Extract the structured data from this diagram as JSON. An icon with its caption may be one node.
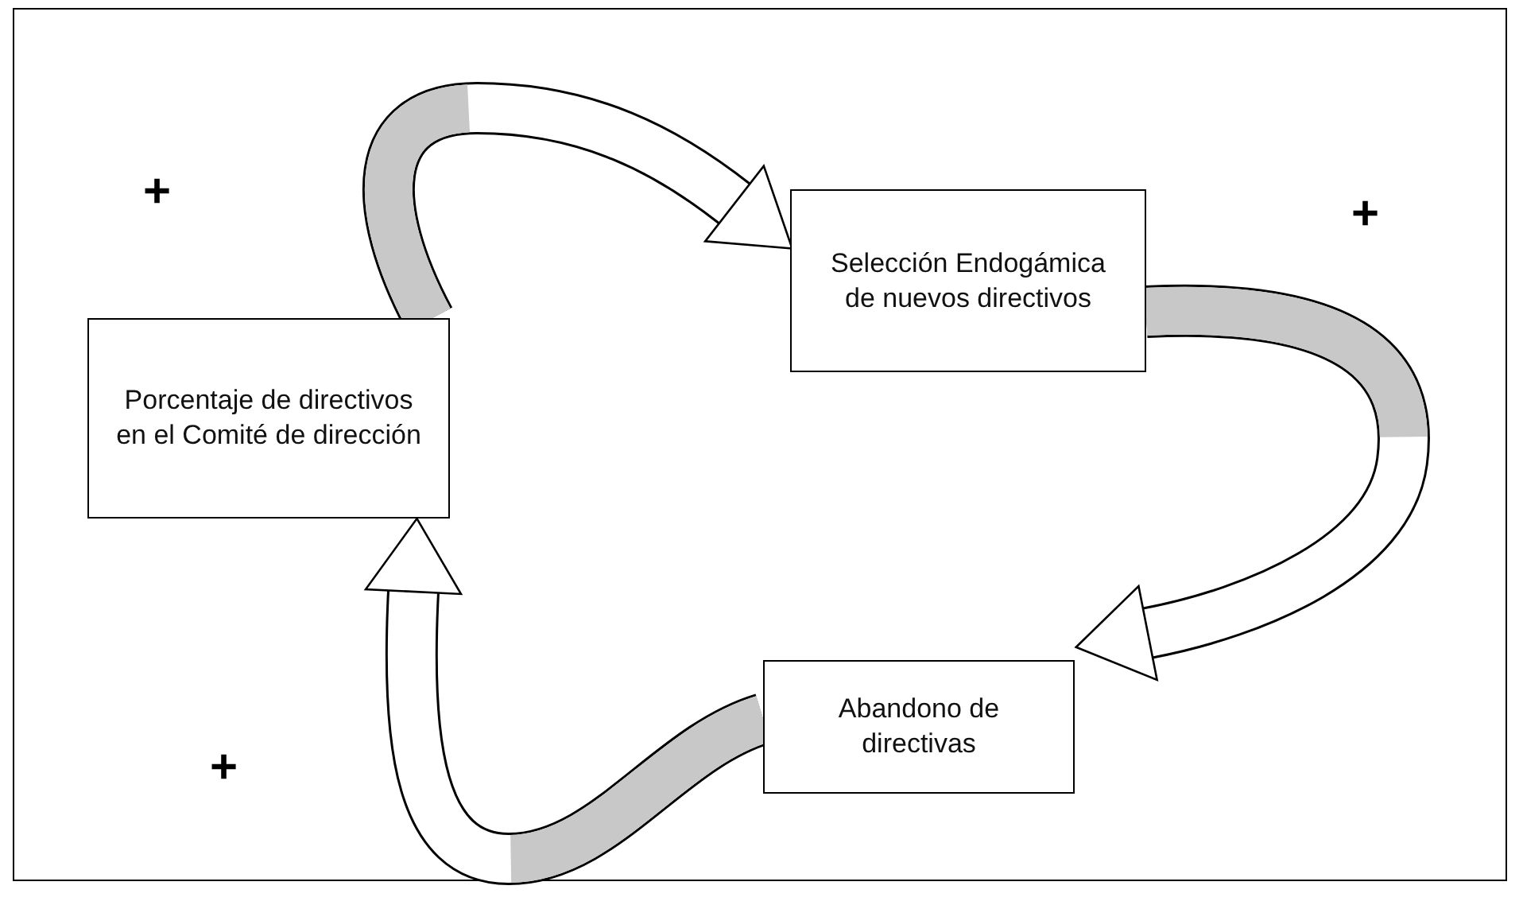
{
  "diagram": {
    "nodes": [
      {
        "text": [
          "Porcentaje de directivos en el Comité de dirección"
        ]
      },
      {
        "text": [
          "Selección Endogámica de nuevos directivos"
        ]
      },
      {
        "text": [
          "Abandono de directivas"
        ]
      }
    ],
    "edges": [
      {
        "from": 0,
        "to": 1,
        "arrow": "to"
      },
      {
        "from": 1,
        "to": 2,
        "arrow": "to"
      },
      {
        "from": 2,
        "to": 0,
        "arrow": "to"
      }
    ],
    "labels": [
      "+",
      "+",
      "+"
    ]
  }
}
